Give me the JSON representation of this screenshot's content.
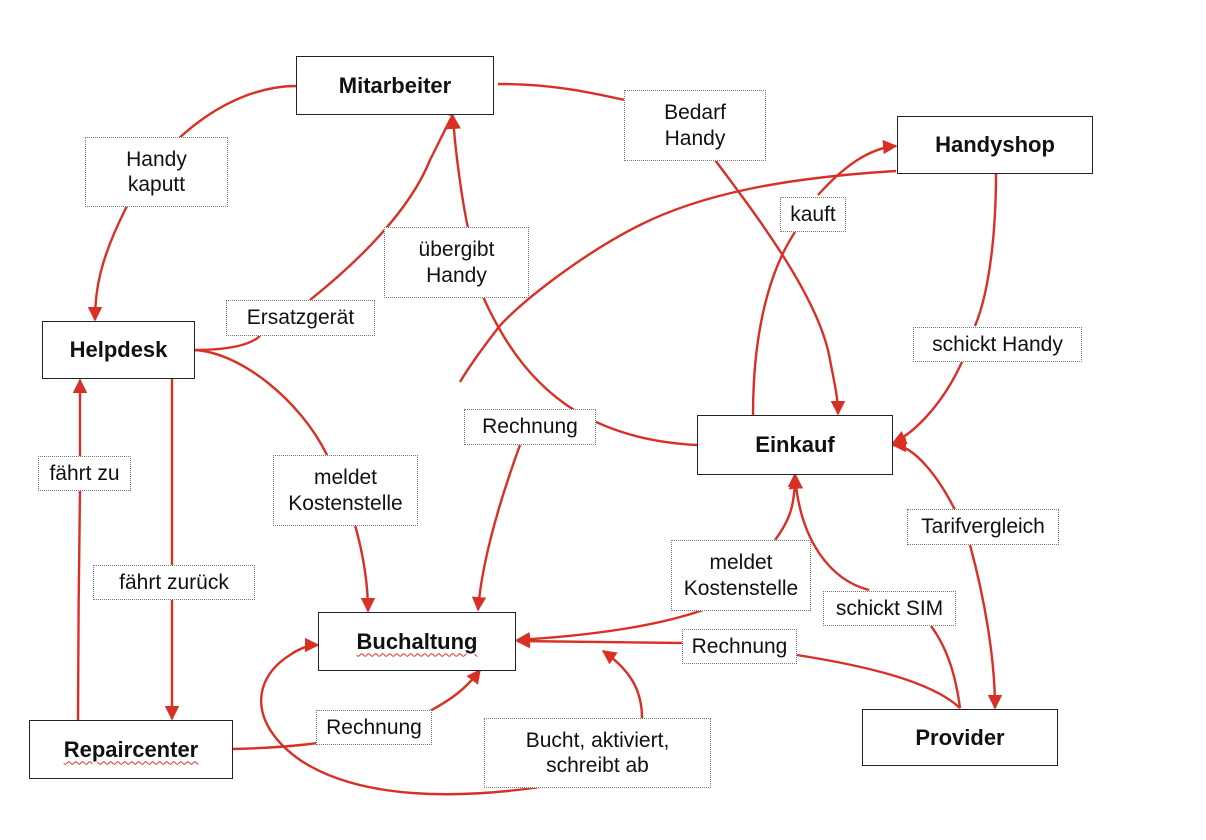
{
  "diagram": {
    "edge_color": "#d93025",
    "nodes": {
      "mitarbeiter": "Mitarbeiter",
      "handyshop": "Handyshop",
      "helpdesk": "Helpdesk",
      "einkauf": "Einkauf",
      "buchaltung": "Buchaltung",
      "repaircenter": "Repaircenter",
      "provider": "Provider"
    },
    "edges": {
      "handy_kaputt": {
        "label": "Handy\nkaputt",
        "from": "Mitarbeiter",
        "to": "Helpdesk"
      },
      "bedarf_handy": {
        "label": "Bedarf\nHandy",
        "from": "Mitarbeiter",
        "to": "Einkauf"
      },
      "ersatzgeraet": {
        "label": "Ersatzgerät",
        "from": "Helpdesk",
        "to": "Mitarbeiter"
      },
      "uebergibt_handy": {
        "label": "übergibt\nHandy",
        "from": "Einkauf",
        "to": "Mitarbeiter"
      },
      "kauft": {
        "label": "kauft",
        "from": "Einkauf",
        "to": "Handyshop"
      },
      "schickt_handy": {
        "label": "schickt Handy",
        "from": "Handyshop",
        "to": "Einkauf"
      },
      "rechnung_handyshop": {
        "label": "Rechnung",
        "from": "Handyshop",
        "to": "Buchaltung"
      },
      "faehrt_zu": {
        "label": "fährt zu",
        "from": "Repaircenter",
        "to": "Helpdesk"
      },
      "faehrt_zurueck": {
        "label": "fährt  zurück",
        "from": "Helpdesk",
        "to": "Repaircenter"
      },
      "meldet_kostenstelle_helpdesk": {
        "label": "meldet\nKostenstelle",
        "from": "Helpdesk",
        "to": "Buchaltung"
      },
      "meldet_kostenstelle_einkauf": {
        "label": "meldet\nKostenstelle",
        "from": "Einkauf",
        "to": "Buchaltung"
      },
      "tarifvergleich": {
        "label": "Tarifvergleich",
        "from": "Einkauf",
        "to": "Provider"
      },
      "schickt_sim": {
        "label": "schickt SIM",
        "from": "Provider",
        "to": "Einkauf"
      },
      "rechnung_provider": {
        "label": "Rechnung",
        "from": "Provider",
        "to": "Buchaltung"
      },
      "rechnung_repaircenter": {
        "label": "Rechnung",
        "from": "Repaircenter",
        "to": "Buchaltung"
      },
      "bucht_aktiviert": {
        "label": "Bucht, aktiviert,\nschreibt ab",
        "from": "Buchaltung",
        "to": "Buchaltung"
      }
    }
  }
}
